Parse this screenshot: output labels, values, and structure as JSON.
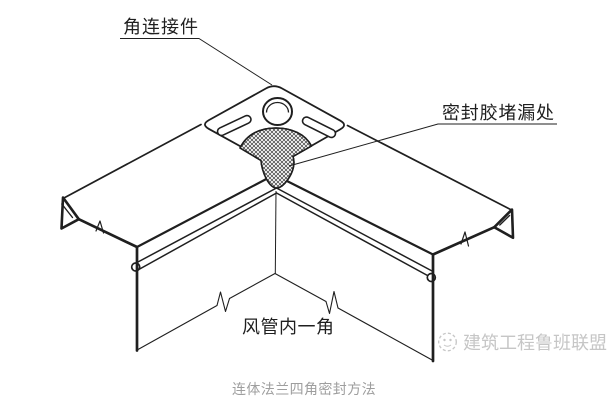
{
  "figure": {
    "labels": {
      "corner_connector": "角连接件",
      "sealant_spot": "密封胶堵漏处",
      "duct_inner_corner": "风管内一角"
    },
    "caption": "连体法兰四角密封方法",
    "watermark": "建筑工程鲁班联盟",
    "colors": {
      "background": "#ffffff",
      "line": "#1f1f1f",
      "caption_text": "#9e9e9e",
      "watermark_text": "#c6c6c6"
    }
  }
}
